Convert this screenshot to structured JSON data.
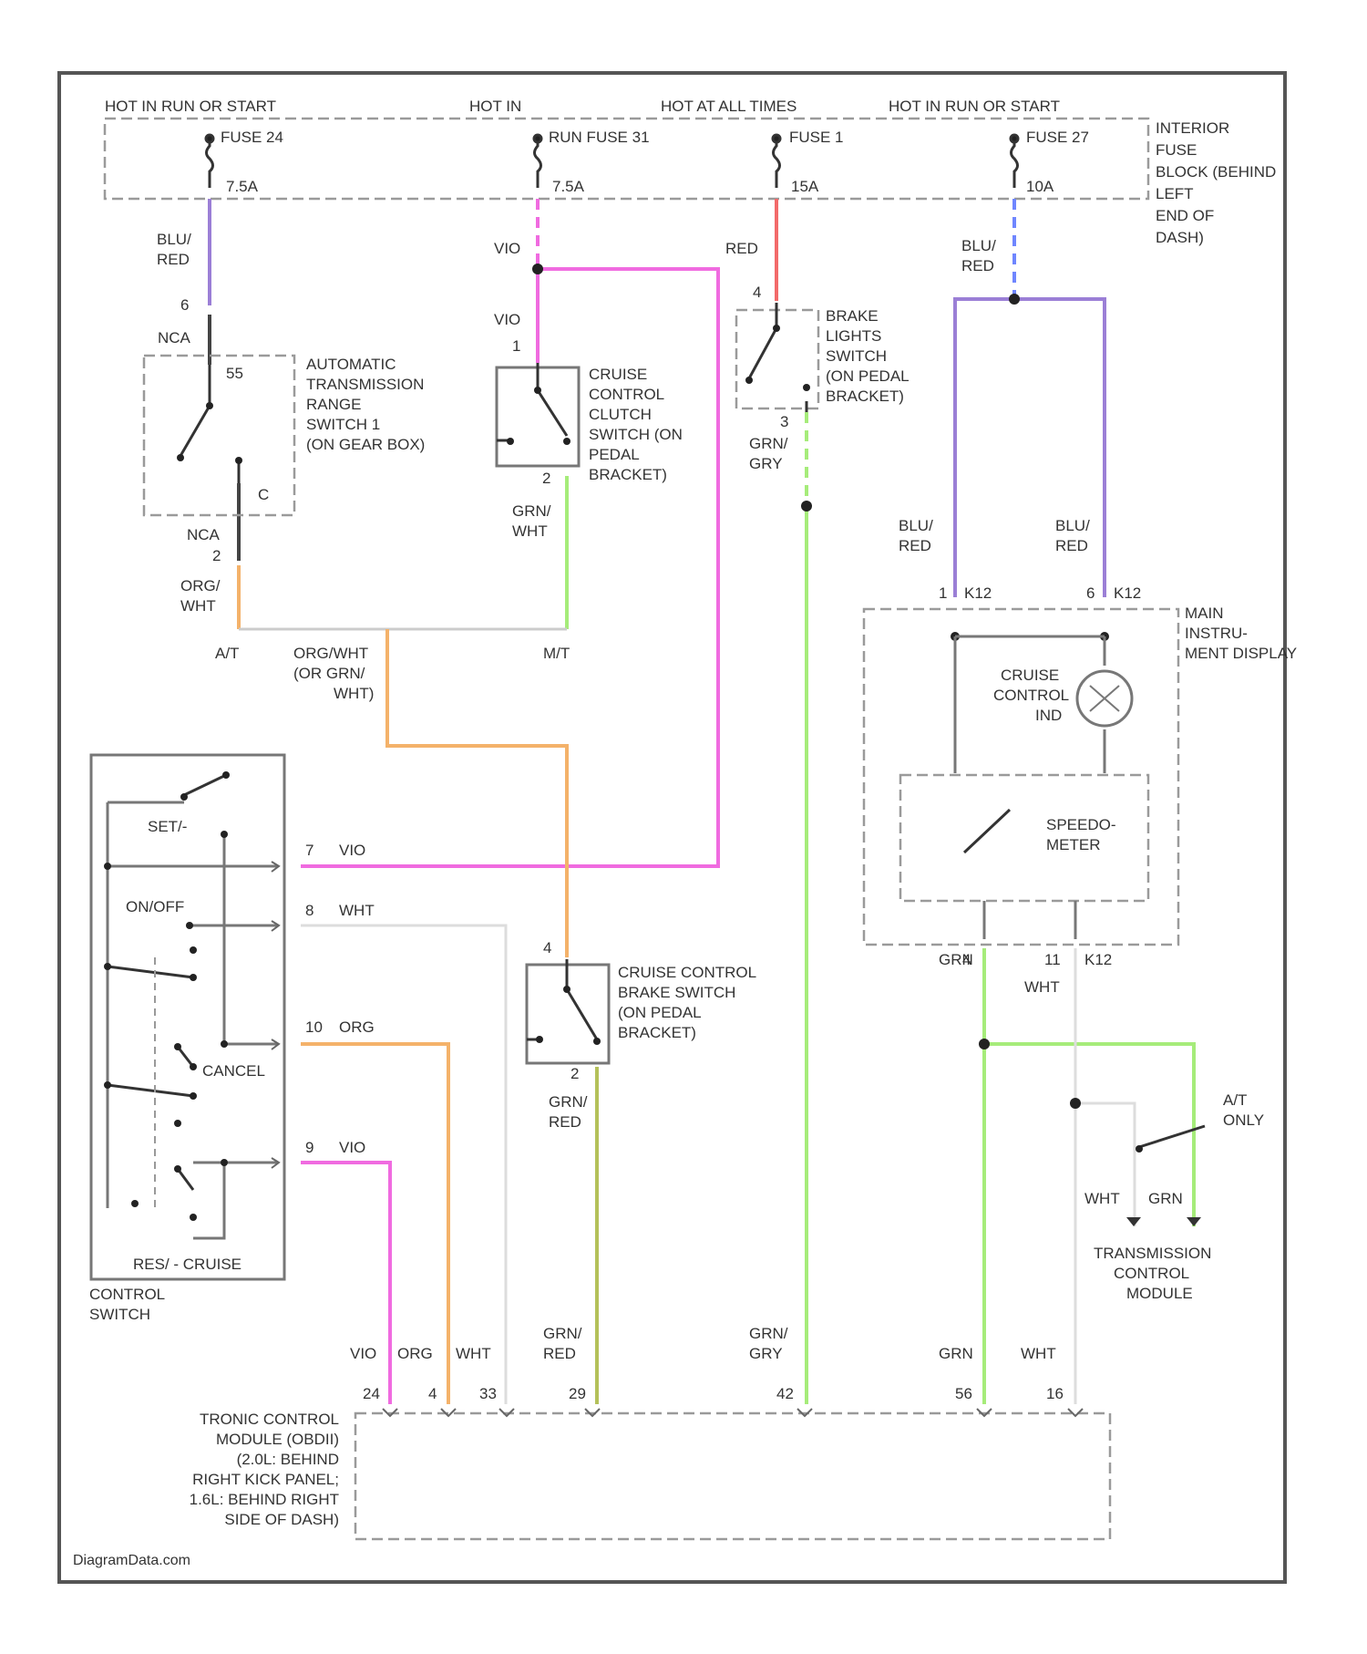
{
  "diagram": {
    "fuse_block": {
      "headers": [
        "HOT IN RUN OR START",
        "HOT IN",
        "HOT AT ALL TIMES",
        "HOT IN RUN OR START"
      ],
      "fuses": [
        {
          "name": "FUSE 24",
          "rating": "7.5A"
        },
        {
          "name": "RUN FUSE 31",
          "rating": "7.5A"
        },
        {
          "name": "FUSE 1",
          "rating": "15A"
        },
        {
          "name": "FUSE 27",
          "rating": "10A"
        }
      ],
      "label": [
        "INTERIOR",
        "FUSE",
        "BLOCK (BEHIND",
        "LEFT",
        "END OF",
        "DASH)"
      ]
    },
    "wire_labels": {
      "blu_red": [
        "BLU/",
        "RED"
      ],
      "vio": "VIO",
      "red": "RED",
      "grn_gry": [
        "GRN/",
        "GRY"
      ],
      "grn_wht": [
        "GRN/",
        "WHT"
      ],
      "org_wht": [
        "ORG/",
        "WHT"
      ],
      "org_wht_or_grn_wht": [
        "ORG/WHT",
        "(OR GRN/",
        "WHT)"
      ],
      "grn_red": [
        "GRN/",
        "RED"
      ],
      "grn": "GRN",
      "wht": "WHT",
      "org": "ORG",
      "nca": "NCA",
      "at": "A/T",
      "mt": "M/T"
    },
    "components": {
      "range_switch": [
        "AUTOMATIC",
        "TRANSMISSION",
        "RANGE",
        "SWITCH 1",
        "(ON GEAR BOX)"
      ],
      "range_switch_pin": "55",
      "clutch_switch": [
        "CRUISE",
        "CONTROL",
        "CLUTCH",
        "SWITCH (ON",
        "PEDAL",
        "BRACKET)"
      ],
      "brake_lights_switch": [
        "BRAKE",
        "LIGHTS",
        "SWITCH",
        "(ON PEDAL",
        "BRACKET)"
      ],
      "brake_switch": [
        "CRUISE CONTROL",
        "BRAKE SWITCH",
        "(ON PEDAL",
        "BRACKET)"
      ],
      "instrument_display": [
        "MAIN",
        "INSTRU-",
        "MENT DISPLAY"
      ],
      "indicator": [
        "CRUISE",
        "CONTROL",
        "IND"
      ],
      "speedometer": [
        "SPEEDO-",
        "METER"
      ],
      "control_switch": [
        "CONTROL",
        "SWITCH"
      ],
      "control_switch_labels": [
        "SET/-",
        "ON/OFF",
        "CANCEL",
        "RES/ - CRUISE"
      ],
      "tcm": [
        "TRANSMISSION",
        "CONTROL",
        "MODULE"
      ],
      "at_only": [
        "A/T",
        "ONLY"
      ],
      "module": [
        "TRONIC CONTROL",
        "MODULE (OBDII)",
        "(2.0L: BEHIND",
        "RIGHT KICK PANEL;",
        "1.6L: BEHIND RIGHT",
        "SIDE OF DASH)"
      ]
    },
    "pins": {
      "range_top": "6",
      "range_bottom": "2",
      "clutch_top": "1",
      "clutch_bottom": "2",
      "brake_lights_top": "4",
      "brake_lights_bottom": "3",
      "brake_sw_top": "4",
      "brake_sw_bottom": "2",
      "display_left": "1",
      "display_left_conn": "K12",
      "display_right": "6",
      "display_right_conn": "K12",
      "display_bottom_left": "4",
      "display_bottom_right": "11",
      "display_bottom_conn": "K12",
      "cs_vio": "7",
      "cs_wht": "8",
      "cs_org": "10",
      "cs_vio2": "9",
      "mod_vio": "24",
      "mod_org": "4",
      "mod_wht": "33",
      "mod_grn_red": "29",
      "mod_grn_gry": "42",
      "mod_grn": "56",
      "mod_wht2": "16"
    },
    "watermark": "DiagramData.com"
  }
}
